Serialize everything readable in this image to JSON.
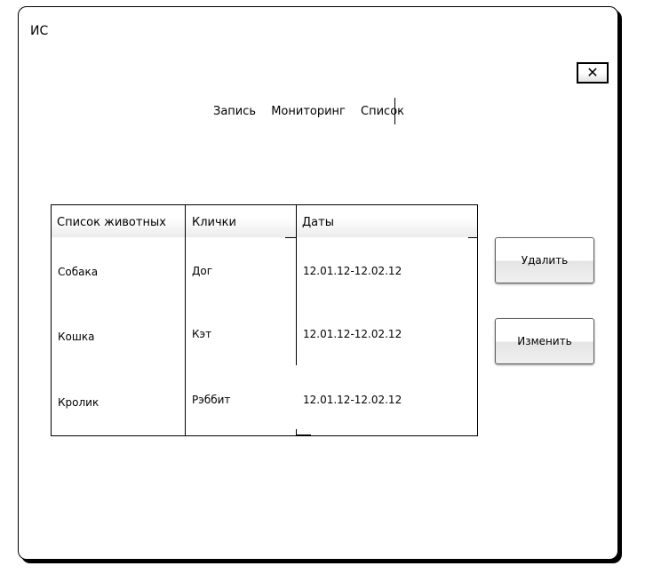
{
  "window": {
    "title": "ИС"
  },
  "menu": {
    "items": [
      "Запись",
      "Мониторинг",
      "Список"
    ]
  },
  "table": {
    "columns": [
      "Список животных",
      "Клички",
      "Даты"
    ],
    "rows": [
      {
        "animal": "Собака",
        "name": "Дог",
        "dates": "12.01.12-12.02.12"
      },
      {
        "animal": "Кошка",
        "name": "Кэт",
        "dates": "12.01.12-12.02.12"
      },
      {
        "animal": "Кролик",
        "name": "Рэббит",
        "dates": "12.01.12-12.02.12"
      }
    ]
  },
  "actions": {
    "delete_label": "Удалить",
    "edit_label": "Изменить"
  },
  "icons": {
    "close": "close-icon"
  }
}
